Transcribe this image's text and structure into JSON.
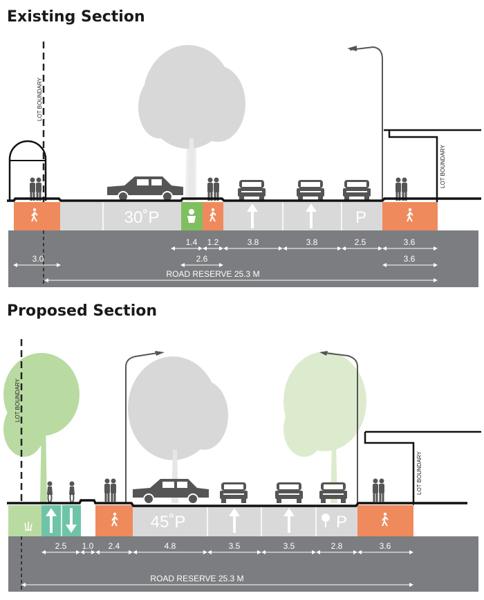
{
  "existing": {
    "title": "Existing Section",
    "lot_boundary": "LOT BOUNDARY",
    "parking_label": "30˚P",
    "parking_p": "P",
    "dims_row1": [
      "1.4",
      "1.2",
      "3.8",
      "3.8",
      "2.5",
      "3.6"
    ],
    "dims_row2": [
      "3.0",
      "2.6",
      "3.6"
    ],
    "road_reserve": "ROAD RESERVE 25.3 M"
  },
  "proposed": {
    "title": "Proposed Section",
    "lot_boundary": "LOT BOUNDARY",
    "parking_label": "45˚P",
    "parking_p": "P",
    "dims": [
      "2.5",
      "1.0",
      "2.4",
      "4.8",
      "3.5",
      "3.5",
      "2.8",
      "3.6"
    ],
    "road_reserve": "ROAD RESERVE 25.3 M"
  },
  "colors": {
    "footpath": "#ef8a5d",
    "planter": "#7fbf5f",
    "bike": "#6fc4a7",
    "verge": "#b9dba1",
    "lane": "#d9d9d9",
    "base": "#7c7d80",
    "tree": "#d8d8d8",
    "tree_green": "#cfe4b8"
  }
}
